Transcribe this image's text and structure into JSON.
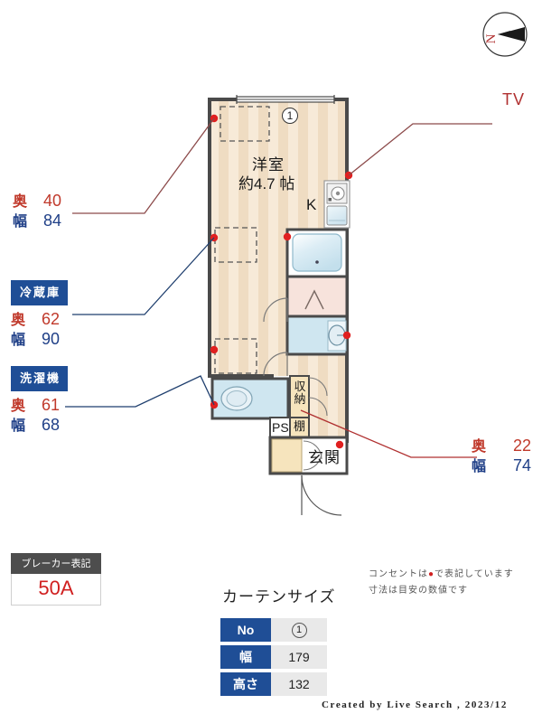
{
  "document": {
    "type": "japanese-floor-plan",
    "credit": "Created by Live Search , 2023/12"
  },
  "compass": {
    "label": "N",
    "name": "north-arrow"
  },
  "annotations": {
    "tv": {
      "label": "TV"
    },
    "window_marker": "1",
    "left_top": {
      "oku_key": "奥",
      "oku_val": "40",
      "haba_key": "幅",
      "haba_val": "84"
    },
    "fridge": {
      "tag": "冷蔵庫",
      "oku_key": "奥",
      "oku_val": "62",
      "haba_key": "幅",
      "haba_val": "90"
    },
    "washer": {
      "tag": "洗濯機",
      "oku_key": "奥",
      "oku_val": "61",
      "haba_key": "幅",
      "haba_val": "68"
    },
    "right_bottom": {
      "oku_key": "奥",
      "oku_val": "22",
      "haba_key": "幅",
      "haba_val": "74"
    }
  },
  "plan_labels": {
    "main_room": "洋室",
    "main_room_size": "約4.7 帖",
    "kitchen": "K",
    "storage": "収納",
    "pipe_shaft": "PS",
    "shelf": "棚",
    "entrance": "玄関"
  },
  "breaker": {
    "title": "ブレーカー表記",
    "value": "50A"
  },
  "curtain": {
    "title": "カーテンサイズ",
    "rows": [
      {
        "key": "No",
        "value": "1",
        "is_circle": true
      },
      {
        "key": "幅",
        "value": "179",
        "is_circle": false
      },
      {
        "key": "高さ",
        "value": "132",
        "is_circle": false
      }
    ]
  },
  "notes": {
    "line1_pre": "コンセントは",
    "line1_dot": "●",
    "line1_post": "で表記しています",
    "line2": "寸法は目安の数値です"
  },
  "colors": {
    "floor_light": "#f7ead8",
    "floor_dark": "#efdcc2",
    "wall": "#4a4a4a",
    "accent_blue": "#1f4e96",
    "accent_red": "#c0392b",
    "outlet": "#e02020",
    "water_blue": "#cfe6f0",
    "toilet_pink": "#f7e3dc"
  }
}
